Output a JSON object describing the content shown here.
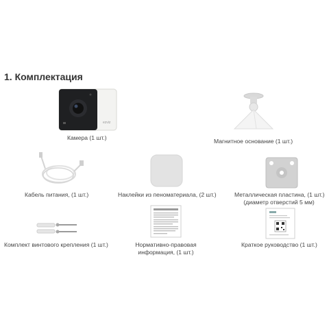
{
  "heading": "1. Комплектация",
  "items": [
    {
      "label": "Камера (1 шт.)",
      "icon": "camera-icon"
    },
    {
      "label": "Магнитное основание  (1 шт.)",
      "icon": "magnetic-base-icon"
    },
    {
      "label": "Кабель питания, (1 шт.)",
      "icon": "cable-icon"
    },
    {
      "label": "Наклейки из пеноматериала, (2 шт.)",
      "icon": "foam-sticker-icon"
    },
    {
      "label": "Металлическая пластина, (1 шт.)",
      "label2": "(диаметр отверстий 5 мм)",
      "icon": "metal-plate-icon"
    },
    {
      "label": "Комплект винтового крепления (1 шт.)",
      "icon": "screw-kit-icon"
    },
    {
      "label": "Нормативно-правовая",
      "label2": "информация, (1 шт.)",
      "icon": "regulatory-doc-icon"
    },
    {
      "label": "Краткое руководство (1 шт.)",
      "icon": "quick-guide-icon"
    }
  ],
  "brand_text": "ezviz"
}
